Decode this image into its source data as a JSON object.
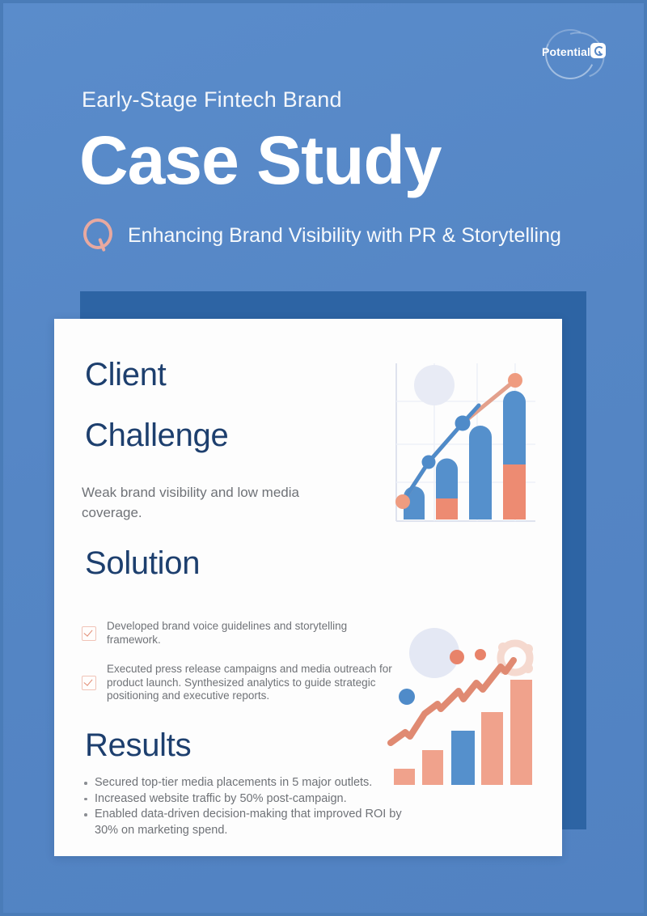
{
  "brand": {
    "logo_text": "Potential",
    "logo_mark": "rounded-square-arc-mark"
  },
  "header": {
    "eyebrow": "Early-Stage Fintech Brand",
    "title": "Case Study",
    "subtitle": "Enhancing Brand Visibility with PR & Storytelling",
    "subtitle_icon": "magnifying-glass-icon"
  },
  "card": {
    "client_heading": "Client",
    "challenge_heading": "Challenge",
    "challenge_body": "Weak brand visibility and low media coverage.",
    "solution_heading": "Solution",
    "solution_items": [
      "Developed brand voice guidelines and storytelling framework.",
      "Executed press release campaigns and media outreach for product launch. Synthesized analytics to guide strategic positioning and executive reports."
    ],
    "results_heading": "Results",
    "results_items": [
      "Secured top-tier media placements in 5 major outlets.",
      "Increased website traffic by 50% post-campaign.",
      "Enabled data-driven decision-making that improved ROI by 30% on marketing spend."
    ]
  },
  "colors": {
    "background_blue": "#5586c5",
    "shadow_panel_blue": "#2d64a4",
    "card_white": "#fdfdfd",
    "heading_navy": "#1d3f6e",
    "body_gray": "#6f7277",
    "accent_blue": "#5590cc",
    "accent_coral": "#ed8b72",
    "accent_pink": "#e8a9a0"
  },
  "chart_data": [
    {
      "type": "bar",
      "name": "growth-bars-with-trendline",
      "title": "",
      "xlabel": "",
      "ylabel": "",
      "categories": [
        "1",
        "2",
        "3",
        "4"
      ],
      "grid": true,
      "legend": "none",
      "ylim": [
        0,
        100
      ],
      "series": [
        {
          "name": "Bar (blue segment)",
          "values": [
            30,
            43,
            72,
            88
          ],
          "color": "#5590cc"
        },
        {
          "name": "Bar (coral base)",
          "values": [
            0,
            18,
            0,
            42
          ],
          "color": "#ed8b72"
        },
        {
          "name": "Trend line",
          "values": [
            10,
            40,
            62,
            92
          ],
          "color": "#5590cc"
        }
      ],
      "line_markers": [
        {
          "x": 0,
          "y": 10,
          "color": "#ed8b72"
        },
        {
          "x": 1,
          "y": 40,
          "color": "#5590cc"
        },
        {
          "x": 2,
          "y": 62,
          "color": "#5590cc"
        },
        {
          "x": 3,
          "y": 92,
          "color": "#ed8b72"
        }
      ],
      "decorations": [
        "pale-circle-top-left"
      ]
    },
    {
      "type": "bar",
      "name": "upward-zigzag-bars",
      "title": "",
      "xlabel": "",
      "ylabel": "",
      "categories": [
        "1",
        "2",
        "3",
        "4",
        "5"
      ],
      "grid": false,
      "legend": "none",
      "ylim": [
        0,
        100
      ],
      "series": [
        {
          "name": "Bars",
          "values": [
            12,
            30,
            45,
            62,
            80
          ],
          "colors": [
            "#f0a28c",
            "#f0a28c",
            "#5590cc",
            "#f0a28c",
            "#f0a28c"
          ]
        },
        {
          "name": "Zigzag trend",
          "values": [
            14,
            22,
            34,
            46,
            40,
            58,
            52,
            70,
            66,
            96
          ],
          "color": "#e08a72"
        }
      ],
      "decorations": [
        "pale-circle",
        "coral-dot-large",
        "coral-dot-small",
        "blue-dot",
        "coral-ring-gear"
      ]
    }
  ]
}
